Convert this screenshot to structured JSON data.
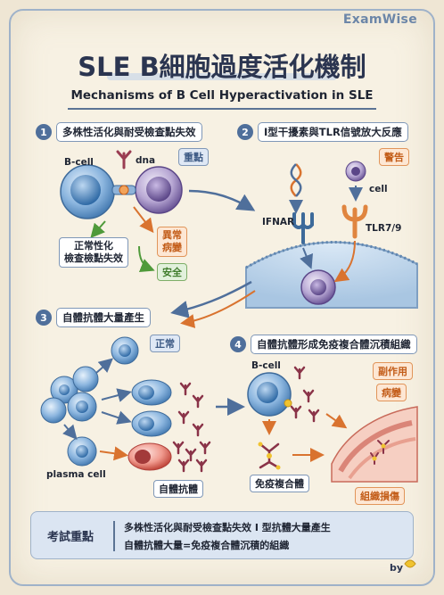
{
  "brand": "ExamWise",
  "title": "SLE B細胞過度活化機制",
  "subtitle": "Mechanisms of B Cell Hyperactivation in SLE",
  "sections": [
    {
      "num": "1",
      "label": "多株性活化與耐受檢查點失效"
    },
    {
      "num": "2",
      "label": "I型干擾素與TLR信號放大反應"
    },
    {
      "num": "3",
      "label": "自體抗體大量產生"
    },
    {
      "num": "4",
      "label": "自體抗體形成免疫複合體沉積組織"
    }
  ],
  "panel1": {
    "bcell": "B-cell",
    "dna": "dna",
    "key_tag": "重點",
    "checkpoint": [
      "正常性化",
      "檢查檢點失效"
    ],
    "abnormal": [
      "異常",
      "病變"
    ],
    "safe": "安全"
  },
  "panel2": {
    "alert_tag": "警告",
    "ifnar": "IFNAR",
    "cell": "cell",
    "tlr": "TLR7/9"
  },
  "panel3": {
    "normal_tag": "正常",
    "plasma": "plasma cell",
    "autoab": "自體抗體"
  },
  "panel4": {
    "bcell": "B-cell",
    "side_effect": "副作用",
    "lesion": "病變",
    "complex": "免疫複合體",
    "damage": "組織損傷"
  },
  "exam": {
    "title": "考試重點",
    "line1": "多株性活化與耐受檢查點失效 I 型抗體大量產生",
    "line2": "自體抗體大量=免疫複合體沉積的組織"
  },
  "by": "by"
}
